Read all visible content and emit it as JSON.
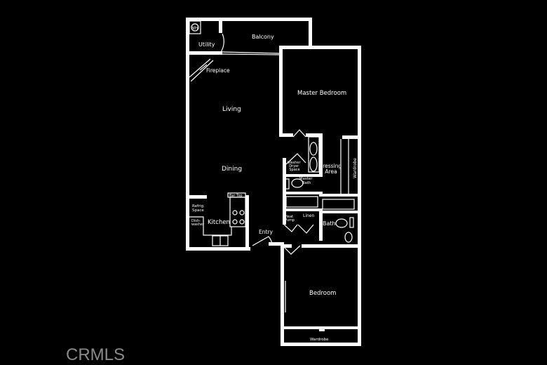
{
  "rooms": {
    "utility": "Utility",
    "water_heater": "WH",
    "balcony": "Balcony",
    "fireplace": "Fireplace",
    "living": "Living",
    "dining": "Dining",
    "master_bedroom": "Master Bedroom",
    "washer_dryer": [
      "Washer",
      "Dryer",
      "Space"
    ],
    "dressing_area": [
      "Dressing",
      "Area"
    ],
    "wardrobe_master": "Wardrobe",
    "master_bath": [
      "Master",
      "Bath"
    ],
    "bar_top": "Bar Top",
    "refrig_space": [
      "Refrig.",
      "Space"
    ],
    "dishwasher": [
      "Dish-",
      "washer"
    ],
    "kitchen": "Kitchen",
    "heat_pump": [
      "Heat",
      "Pump"
    ],
    "linen": "Linen",
    "bath": "Bath",
    "entry": "Entry",
    "bedroom": "Bedroom",
    "wardrobe_bedroom": "Wardrobe"
  },
  "watermark": "CRMLS",
  "colors": {
    "background": "#000000",
    "walls": "#ffffff",
    "watermark": "#8a8a8a"
  }
}
